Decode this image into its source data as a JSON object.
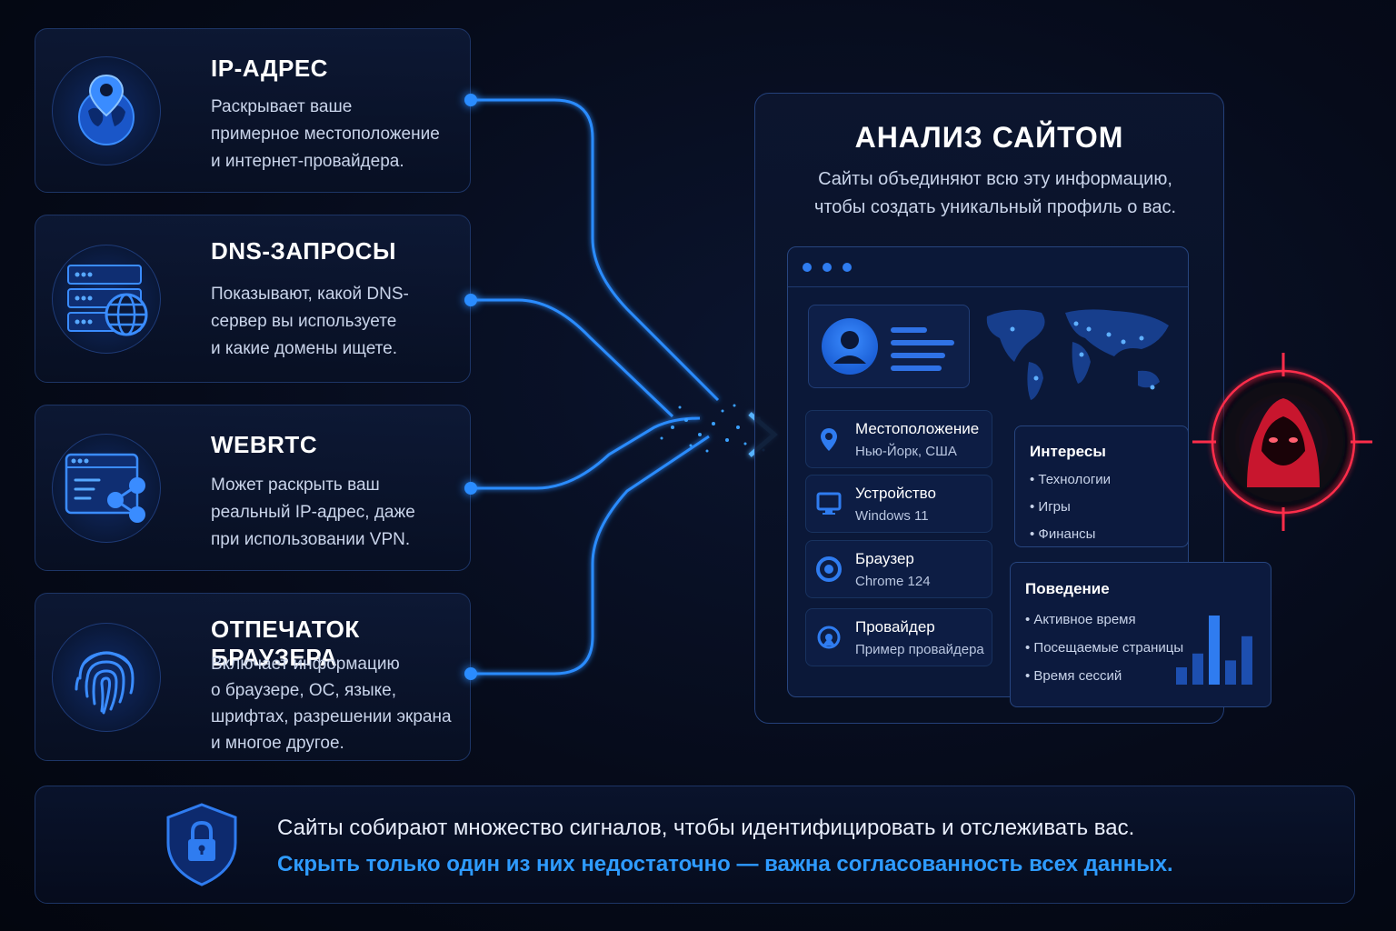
{
  "cards": [
    {
      "title": "IP-АДРЕС",
      "desc": "Раскрывает ваше\nпримерное местоположение\nи интернет-провайдера.",
      "icon": "globe-pin-icon"
    },
    {
      "title": "DNS-ЗАПРОСЫ",
      "desc": "Показывают, какой DNS-\nсервер вы используете\nи какие домены ищете.",
      "icon": "server-globe-icon"
    },
    {
      "title": "WEBRTC",
      "desc": "Может раскрыть ваш\nреальный IP-адрес, даже\nпри использовании VPN.",
      "icon": "browser-share-icon"
    },
    {
      "title": "ОТПЕЧАТОК БРАУЗЕРА",
      "desc": "Включает информацию\nо браузере, ОС, языке,\nшрифтах, разрешении экрана\nи многое другое.",
      "icon": "fingerprint-icon"
    }
  ],
  "analysis": {
    "title": "АНАЛИЗ САЙТОМ",
    "subtitle": "Сайты объединяют всю эту информацию,\nчтобы создать уникальный профиль о вас.",
    "rows": [
      {
        "label": "Местоположение",
        "value": "Нью-Йорк, США",
        "icon": "location-pin-icon"
      },
      {
        "label": "Устройство",
        "value": "Windows 11",
        "icon": "monitor-icon"
      },
      {
        "label": "Браузер",
        "value": "Chrome 124",
        "icon": "browser-icon"
      },
      {
        "label": "Провайдер",
        "value": "Пример провайдера",
        "icon": "provider-icon"
      }
    ],
    "interests": {
      "title": "Интересы",
      "items": [
        "Технологии",
        "Игры",
        "Финансы"
      ]
    },
    "behavior": {
      "title": "Поведение",
      "items": [
        "Активное время",
        "Посещаемые страницы",
        "Время сессий"
      ],
      "bars": [
        0.25,
        0.45,
        1.0,
        0.35,
        0.7
      ]
    }
  },
  "footer": {
    "line1": "Сайты собирают множество сигналов, чтобы идентифицировать и отслеживать вас.",
    "line2": "Скрыть только один из них недостаточно — важна согласованность всех данных."
  },
  "colors": {
    "accent": "#2e9bff",
    "threat": "#ff2d4a",
    "background": "#060b1a"
  }
}
